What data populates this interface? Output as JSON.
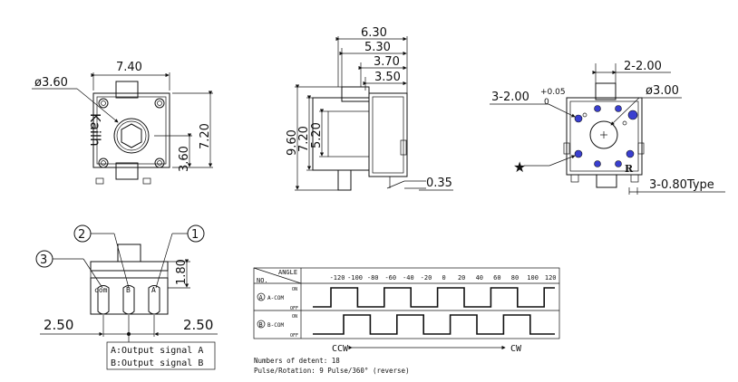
{
  "top_view": {
    "width_dim": "7.40",
    "shaft_dia": "ø3.60",
    "height_dim": "7.20",
    "offset_dim": "3.60",
    "brand": "Kailh"
  },
  "side_view": {
    "dims_top": [
      "6.30",
      "5.30",
      "3.70",
      "3.50"
    ],
    "dims_left": [
      "9.60",
      "7.20",
      "5.20"
    ],
    "foot_dim": "0.35"
  },
  "pcb_view": {
    "pitch_dim": "2-2.00",
    "hole_dim_left": "3-2.00",
    "tol_plus": "+0.05",
    "tol_minus": "0",
    "center_hole": "ø3.00",
    "pin_dim": "3-0.80Type",
    "mark_r": "R",
    "star": "★"
  },
  "front_view": {
    "labels": [
      "2",
      "1",
      "3"
    ],
    "height_dim": "1.80",
    "left_dim": "2.50",
    "right_dim": "2.50",
    "pin_labels": [
      "com",
      "B",
      "A"
    ],
    "legend": [
      "A:Output signal A",
      "B:Output signal B"
    ]
  },
  "timing": {
    "header_corner_top": "ANGLE",
    "header_corner_bottom": "NO.",
    "angles": [
      "-120",
      "-100",
      "-80",
      "-60",
      "-40",
      "-20",
      "0",
      "20",
      "40",
      "60",
      "80",
      "100",
      "120"
    ],
    "rows": [
      {
        "id": "A",
        "label": "A-COM",
        "on": "ON",
        "off": "OFF"
      },
      {
        "id": "B",
        "label": "B-COM",
        "on": "ON",
        "off": "OFF"
      }
    ],
    "ccw": "CCW",
    "cw": "CW",
    "notes": [
      "Numbers of detent: 18",
      "Pulse/Rotation: 9 Pulse/360° (reverse)"
    ]
  }
}
